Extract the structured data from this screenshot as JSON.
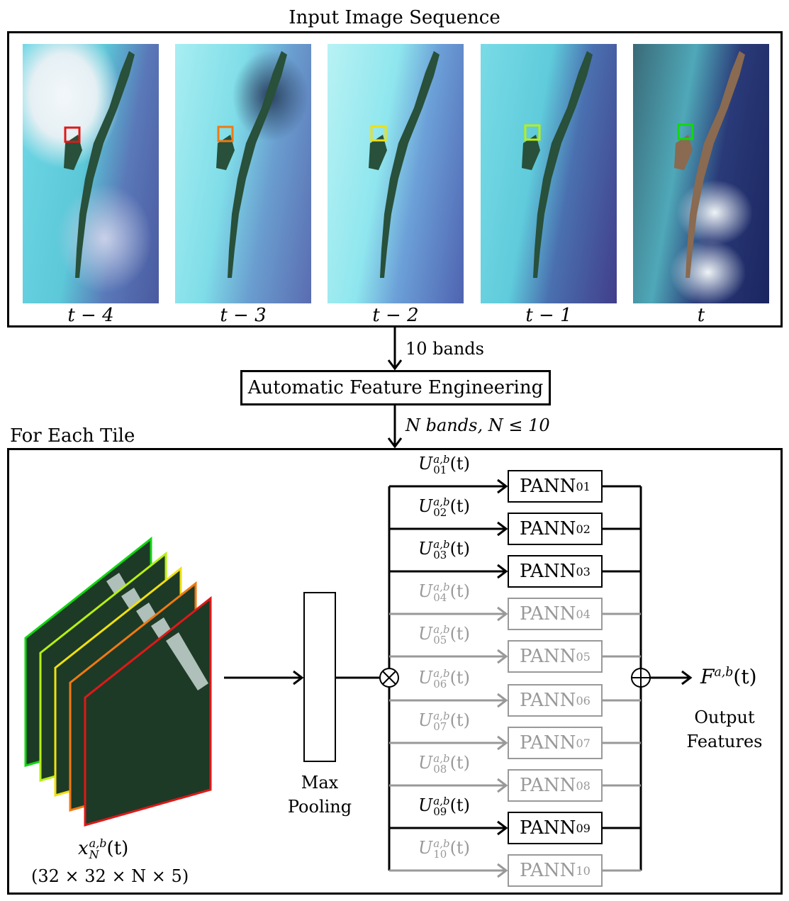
{
  "sequence": {
    "title": "Input Image Sequence",
    "times": [
      "t − 4",
      "t − 3",
      "t − 2",
      "t − 1",
      "t"
    ],
    "box_colors": [
      "#e01818",
      "#f07a10",
      "#f0e010",
      "#b8f010",
      "#10d810"
    ]
  },
  "arrow1_label": "10 bands",
  "feature_box": "Automatic Feature Engineering",
  "arrow2_label": "N bands, N ≤ 10",
  "tile_title": "For Each Tile",
  "tile_stack": {
    "label_main": "x",
    "label_sup": "a,b",
    "label_sub": "N",
    "label_suffix": "(t)",
    "dims": "(32 × 32 × N × 5)",
    "frame_colors": [
      "#10d810",
      "#b8f010",
      "#f0e010",
      "#f07a10",
      "#e01818"
    ]
  },
  "max_pool": {
    "line1": "Max",
    "line2": "Pooling"
  },
  "multiply_symbol": "⊗",
  "sum_symbol": "⊕",
  "branches": [
    {
      "u_main": "U",
      "u_sup": "a,b",
      "u_sub": "01",
      "u_suffix": "(t)",
      "pann": "PANN",
      "pann_sub": "01",
      "active": true
    },
    {
      "u_main": "U",
      "u_sup": "a,b",
      "u_sub": "02",
      "u_suffix": "(t)",
      "pann": "PANN",
      "pann_sub": "02",
      "active": true
    },
    {
      "u_main": "U",
      "u_sup": "a,b",
      "u_sub": "03",
      "u_suffix": "(t)",
      "pann": "PANN",
      "pann_sub": "03",
      "active": true
    },
    {
      "u_main": "U",
      "u_sup": "a,b",
      "u_sub": "04",
      "u_suffix": "(t)",
      "pann": "PANN",
      "pann_sub": "04",
      "active": false
    },
    {
      "u_main": "U",
      "u_sup": "a,b",
      "u_sub": "05",
      "u_suffix": "(t)",
      "pann": "PANN",
      "pann_sub": "05",
      "active": false
    },
    {
      "u_main": "U",
      "u_sup": "a,b",
      "u_sub": "06",
      "u_suffix": "(t)",
      "pann": "PANN",
      "pann_sub": "06",
      "active": false
    },
    {
      "u_main": "U",
      "u_sup": "a,b",
      "u_sub": "07",
      "u_suffix": "(t)",
      "pann": "PANN",
      "pann_sub": "07",
      "active": false
    },
    {
      "u_main": "U",
      "u_sup": "a,b",
      "u_sub": "08",
      "u_suffix": "(t)",
      "pann": "PANN",
      "pann_sub": "08",
      "active": false
    },
    {
      "u_main": "U",
      "u_sup": "a,b",
      "u_sub": "09",
      "u_suffix": "(t)",
      "pann": "PANN",
      "pann_sub": "09",
      "active": true
    },
    {
      "u_main": "U",
      "u_sup": "a,b",
      "u_sub": "10",
      "u_suffix": "(t)",
      "pann": "PANN",
      "pann_sub": "10",
      "active": false
    }
  ],
  "output": {
    "main": "F",
    "sup": "a,b",
    "suffix": "(t)",
    "line1": "Output",
    "line2": "Features"
  }
}
